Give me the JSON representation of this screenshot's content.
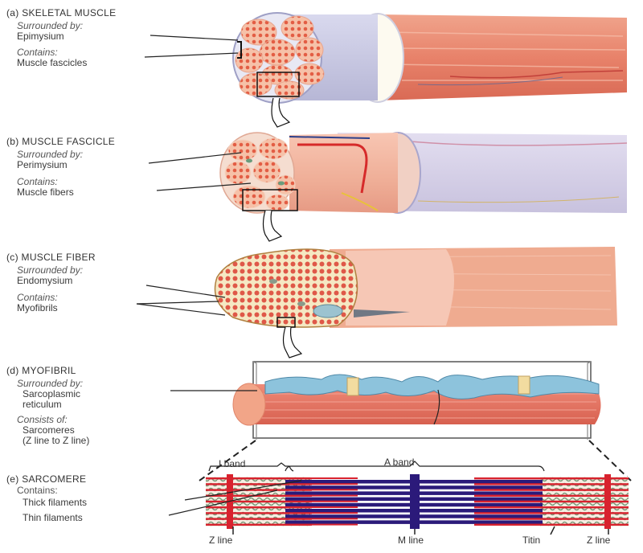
{
  "panels": [
    {
      "id": "a",
      "title": "(a) SKELETAL MUSCLE",
      "surrounded_label": "Surrounded by:",
      "surrounded_value": "Epimysium",
      "contains_label": "Contains:",
      "contains_value": "Muscle fascicles"
    },
    {
      "id": "b",
      "title": "(b) MUSCLE FASCICLE",
      "surrounded_label": "Surrounded by:",
      "surrounded_value": "Perimysium",
      "contains_label": "Contains:",
      "contains_value": "Muscle fibers"
    },
    {
      "id": "c",
      "title": "(c) MUSCLE FIBER",
      "surrounded_label": "Surrounded by:",
      "surrounded_value": "Endomysium",
      "contains_label": "Contains:",
      "contains_value": "Myofibrils"
    },
    {
      "id": "d",
      "title": "(d) MYOFIBRIL",
      "surrounded_label": "Surrounded by:",
      "surrounded_value_line1": "Sarcoplasmic",
      "surrounded_value_line2": "reticulum",
      "consists_label": "Consists of:",
      "consists_value_line1": "Sarcomeres",
      "consists_value_line2": "(Z line to Z line)"
    },
    {
      "id": "e",
      "title": "(e) SARCOMERE",
      "contains_label": "Contains:",
      "contains_items": [
        "Thick filaments",
        "Thin filaments"
      ],
      "band_labels": {
        "i_band": "I band",
        "a_band": "A band"
      },
      "line_labels": {
        "z_line_left": "Z line",
        "m_line": "M line",
        "titin": "Titin",
        "z_line_right": "Z line"
      }
    }
  ],
  "colors": {
    "muscle": "#e8826a",
    "muscle_light": "#f3b3a0",
    "epimysium": "#c9c9e2",
    "fiber_dot": "#e23b3b",
    "fiber_bg": "#f7eeb0",
    "sr_blue": "#8fc3dd",
    "thick": "#2b1a7a",
    "thin": "#d8222e",
    "leader": "#222222"
  }
}
